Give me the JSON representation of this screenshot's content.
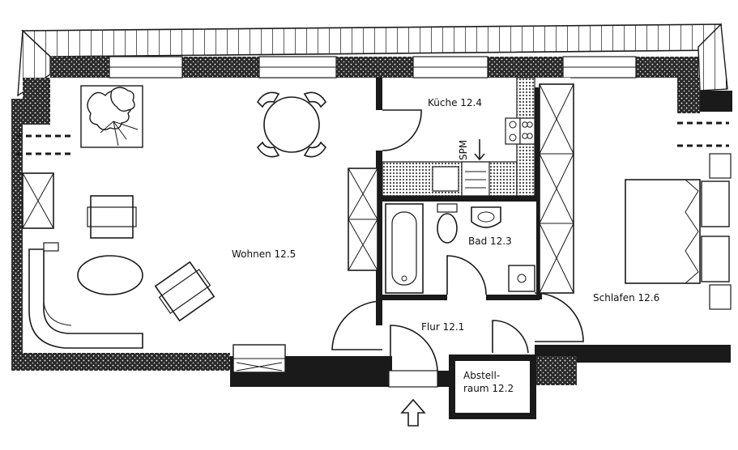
{
  "rooms": {
    "wohnen": "Wohnen 12.5",
    "kueche": "Küche 12.4",
    "bad": "Bad 12.3",
    "schlafen": "Schlafen 12.6",
    "flur": "Flur 12.1",
    "abstell_line1": "Abstell-",
    "abstell_line2": "raum 12.2"
  },
  "annotations": {
    "spm": "SPM"
  },
  "icons": {
    "entrance": "up-arrow-icon",
    "plant": "plant-icon",
    "door": "door-swing-icon"
  },
  "colors": {
    "ink": "#1a1a1a",
    "paper": "#ffffff"
  }
}
